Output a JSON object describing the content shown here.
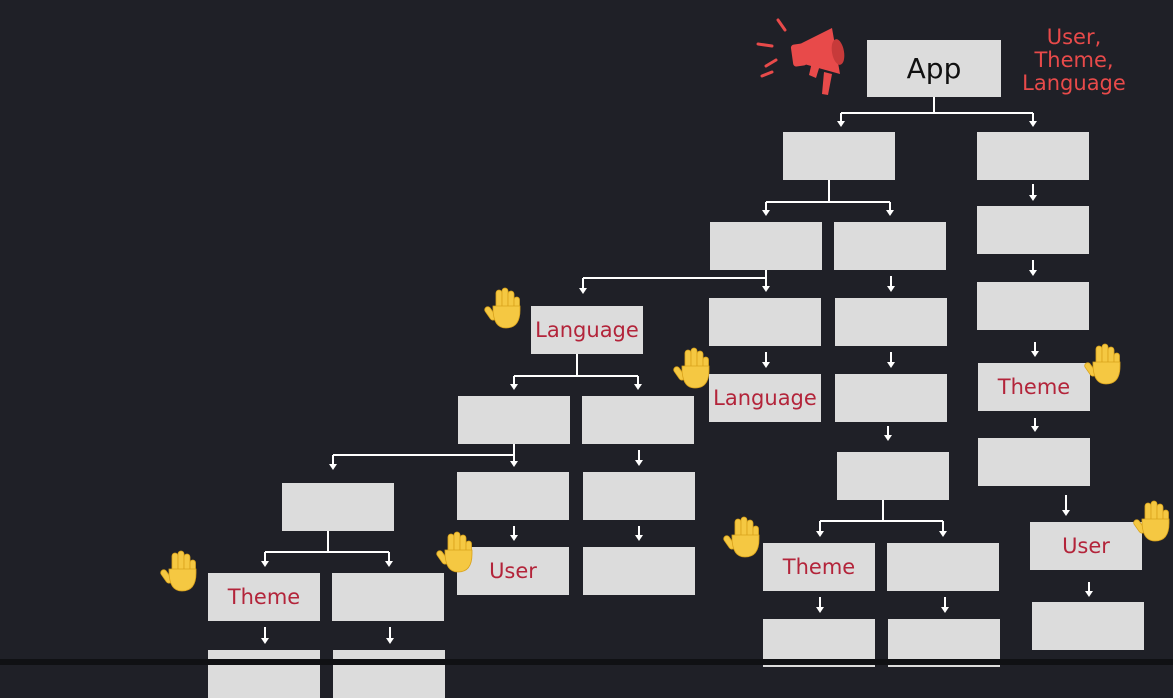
{
  "nodes": {
    "app": "App",
    "language_1": "Language",
    "language_2": "Language",
    "theme_1": "Theme",
    "theme_2": "Theme",
    "theme_3": "Theme",
    "user_1": "User",
    "user_2": "User"
  },
  "provider_note": [
    "User,",
    "Theme,",
    "Language"
  ],
  "colors": {
    "background": "#1f2027",
    "box": "#dcdcdc",
    "consumer_text": "#b3243a",
    "provider_note": "#e84a4a",
    "wire": "#ffffff",
    "hand": "#f5c842"
  },
  "icons": [
    "megaphone-icon",
    "raised-hand-icon"
  ]
}
